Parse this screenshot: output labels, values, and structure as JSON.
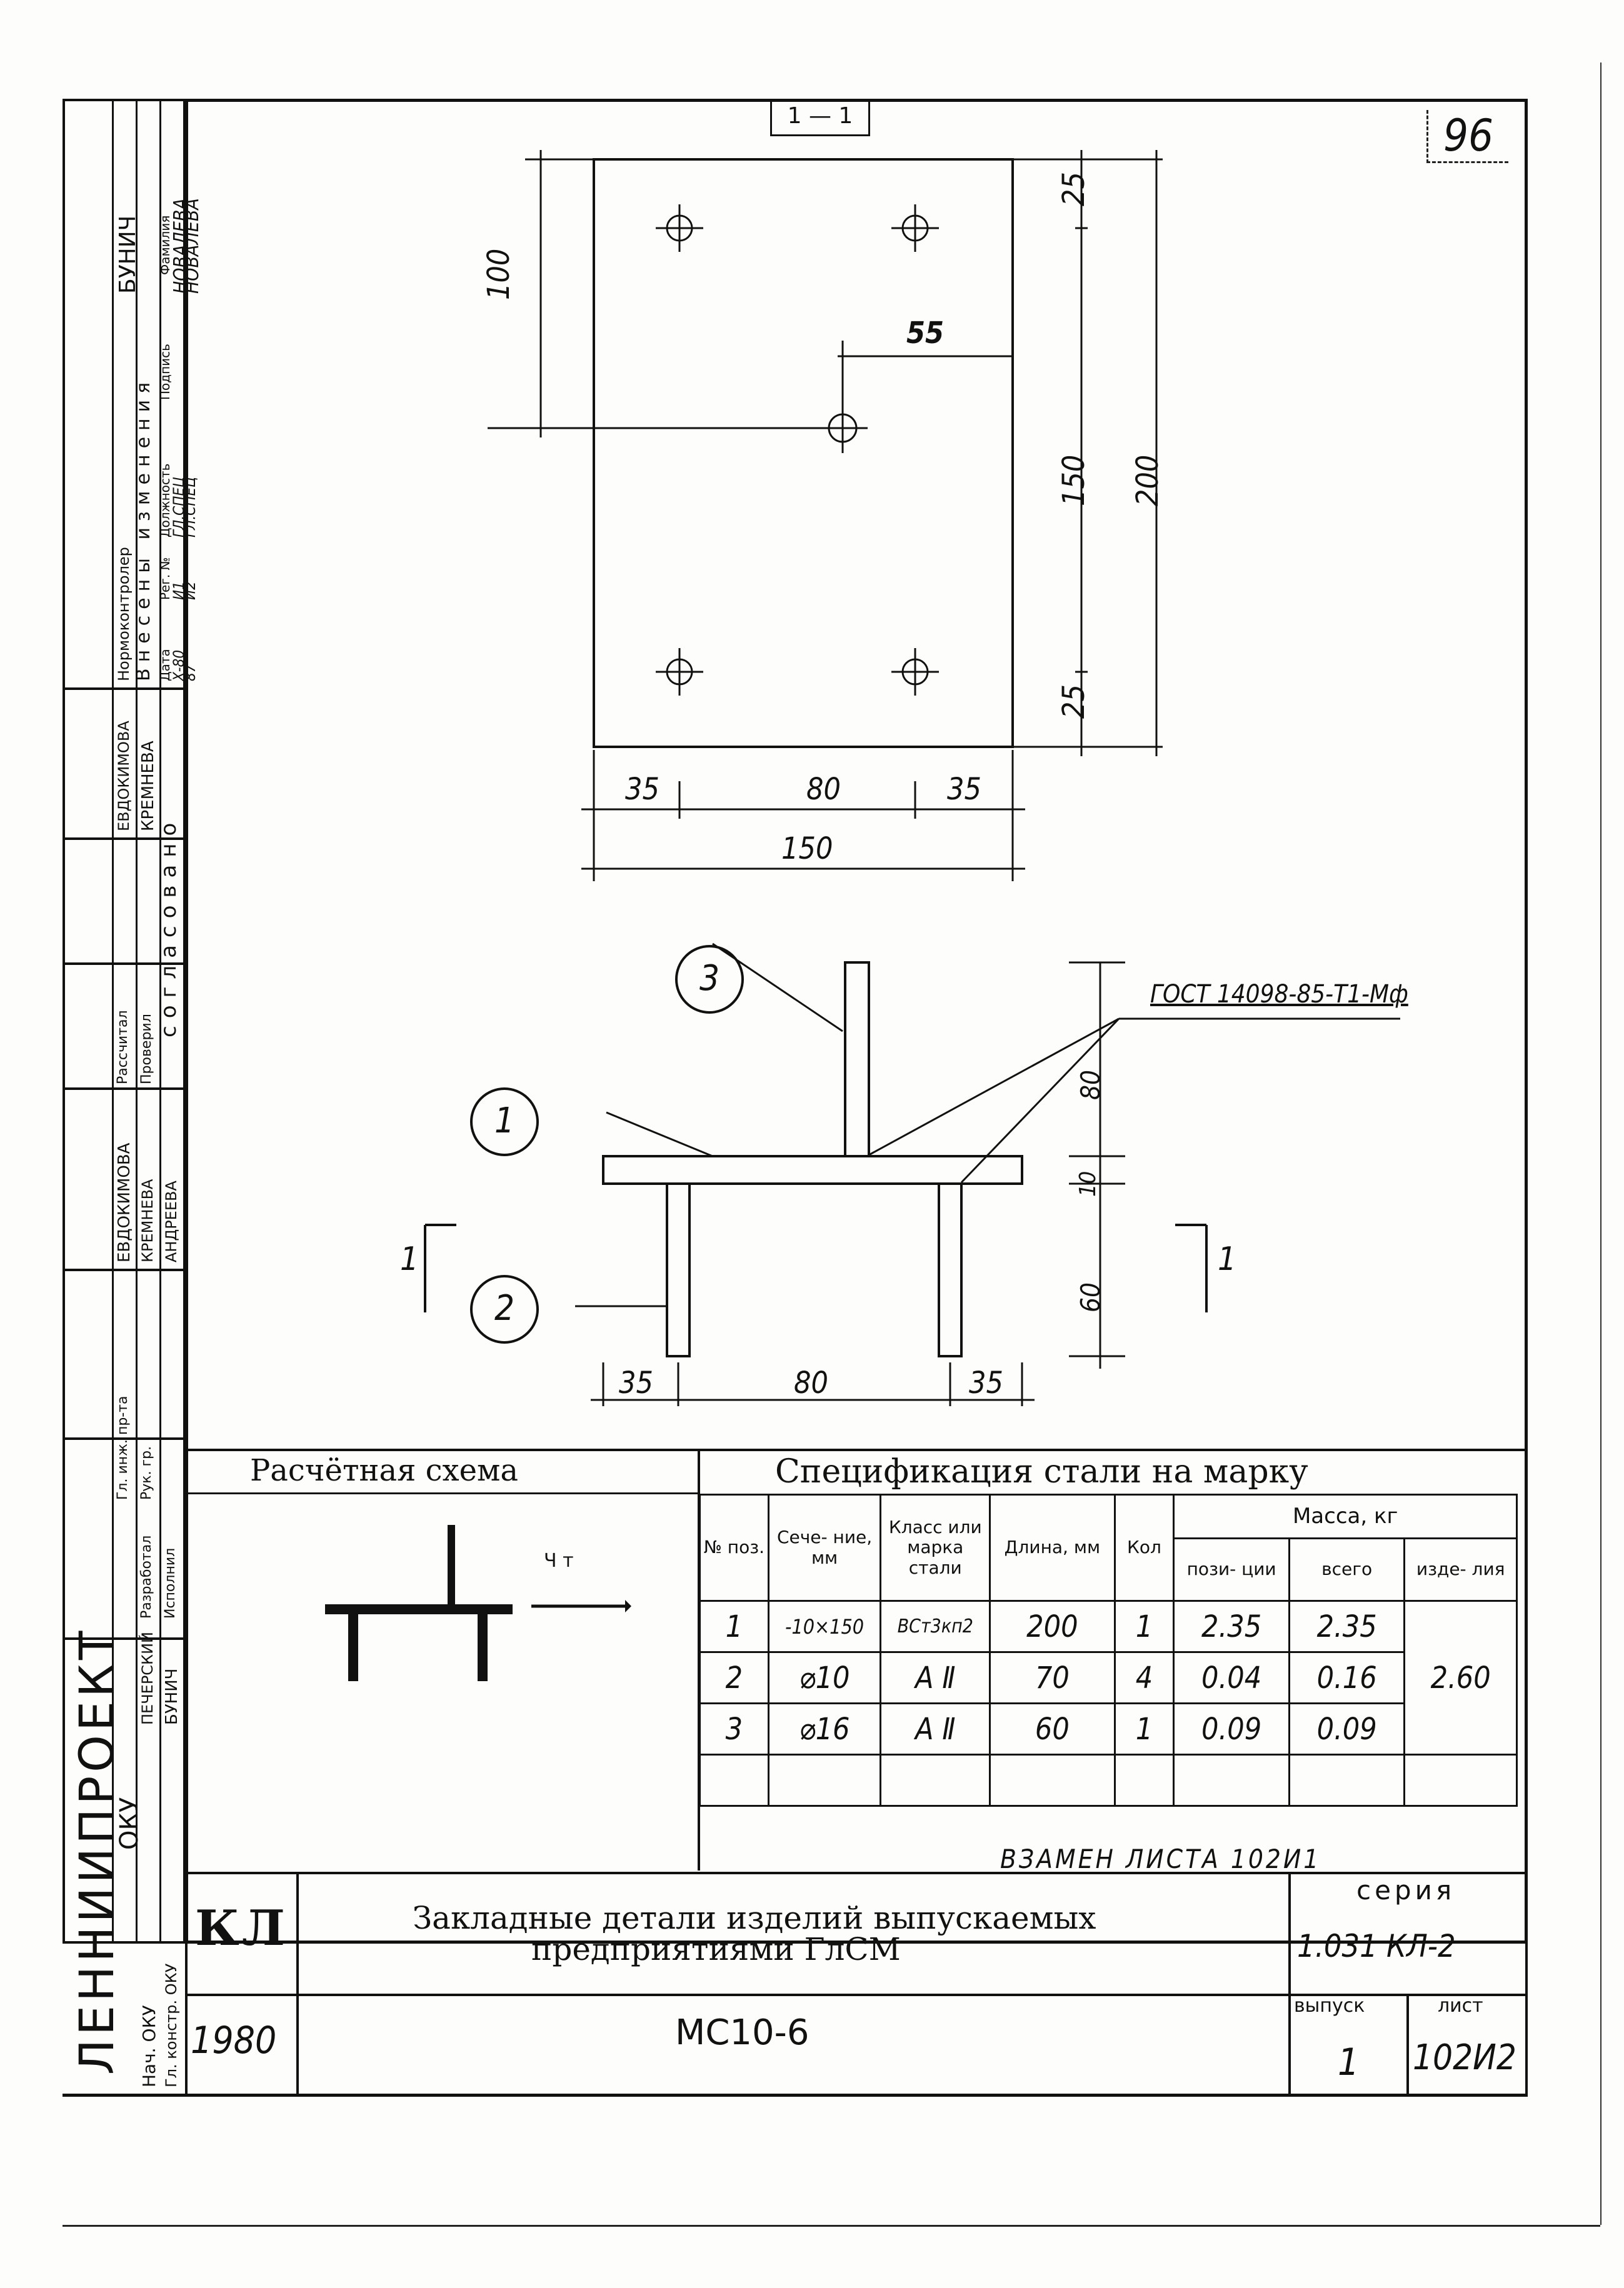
{
  "sheet_number": "96",
  "section_mark": "1 — 1",
  "plan": {
    "dims": {
      "left_vertical": "100",
      "hole_offset": "55",
      "top_edge": "25",
      "bottom_edge": "25",
      "hole_span": "150",
      "height": "200",
      "bottom_left": "35",
      "bottom_mid": "80",
      "bottom_right": "35",
      "overall_width": "150"
    }
  },
  "elevation": {
    "callouts": [
      "1",
      "2",
      "3"
    ],
    "weld_note": "ГОСТ 14098-85-Т1-Мф",
    "dims": {
      "stud_top": "80",
      "plate": "10",
      "stud_bottom": "60",
      "left": "35",
      "middle": "80",
      "right": "35"
    },
    "section_left": "1",
    "section_right": "1"
  },
  "scheme": {
    "title": "Расчётная схема",
    "load_label": "Ч т"
  },
  "spec": {
    "title": "Спецификация стали на марку",
    "headers": {
      "pos": "№ поз.",
      "section": "Сече- ние, мм",
      "steel": "Класс или марка стали",
      "length": "Длина, мм",
      "qty": "Кол",
      "mass": "Масса, кг",
      "mass_pos": "пози- ции",
      "mass_total": "всего",
      "mass_item": "изде- лия"
    },
    "rows": [
      {
        "pos": "1",
        "section": "-10×150",
        "steel": "ВСт3кп2",
        "length": "200",
        "qty": "1",
        "mass_pos": "2.35",
        "mass_total": "2.35"
      },
      {
        "pos": "2",
        "section": "⌀10",
        "steel": "А Ⅱ",
        "length": "70",
        "qty": "4",
        "mass_pos": "0.04",
        "mass_total": "0.16"
      },
      {
        "pos": "3",
        "section": "⌀16",
        "steel": "А Ⅱ",
        "length": "60",
        "qty": "1",
        "mass_pos": "0.09",
        "mass_total": "0.09"
      }
    ],
    "item_mass": "2.60"
  },
  "replacement_note": "ВЗАМЕН ЛИСТА 102И1",
  "title_block": {
    "logo": "КЛ",
    "description_line1": "Закладные детали изделий выпускаемых",
    "description_line2": "предприятиями ГлСМ",
    "year": "1980",
    "mark": "МС10-6",
    "series_label": "серия",
    "series_value": "1.031 КЛ-2",
    "issue_label": "выпуск",
    "issue_value": "1",
    "sheet_label": "лист",
    "sheet_value": "102И2"
  },
  "stamp": {
    "org": "ЛЕННИИПРОЕКТ",
    "dept": "ОКУ",
    "roles": {
      "normkontrol": "Нормоконтролер",
      "changes": "Внесены изменения",
      "date": "Дата",
      "reg_no": "Рег. №",
      "position": "Должность",
      "signature": "Подпись",
      "surname": "Фамилия",
      "agreed": "согласовано",
      "calculated": "Рассчитал",
      "checked": "Проверил",
      "developed": "Разработал",
      "executed": "Исполнил",
      "head_dept": "Нач. ОКУ",
      "chief_constr": "Гл. констр. ОКУ",
      "group_head": "Гл. инж. пр-та",
      "group_lead": "Рук. гр."
    },
    "names": {
      "bunich": "БУНИЧ",
      "evdokimova": "ЕВДОКИМОВА",
      "kremneva": "КРЕМНЕВА",
      "andreeva": "АНДРЕЕВА",
      "pecherskiy": "ПЕЧЕРСКИЙ",
      "bunich2": "БУНИЧ",
      "novaleva": "НОВАЛЕВА",
      "change1_date": "Х-80",
      "change1_no": "И1",
      "change1_pos": "ГЛ.СПЕЦ",
      "change2_date": "87",
      "change2_no": "И2",
      "change2_pos": "ГЛ.СПЕЦ"
    }
  }
}
